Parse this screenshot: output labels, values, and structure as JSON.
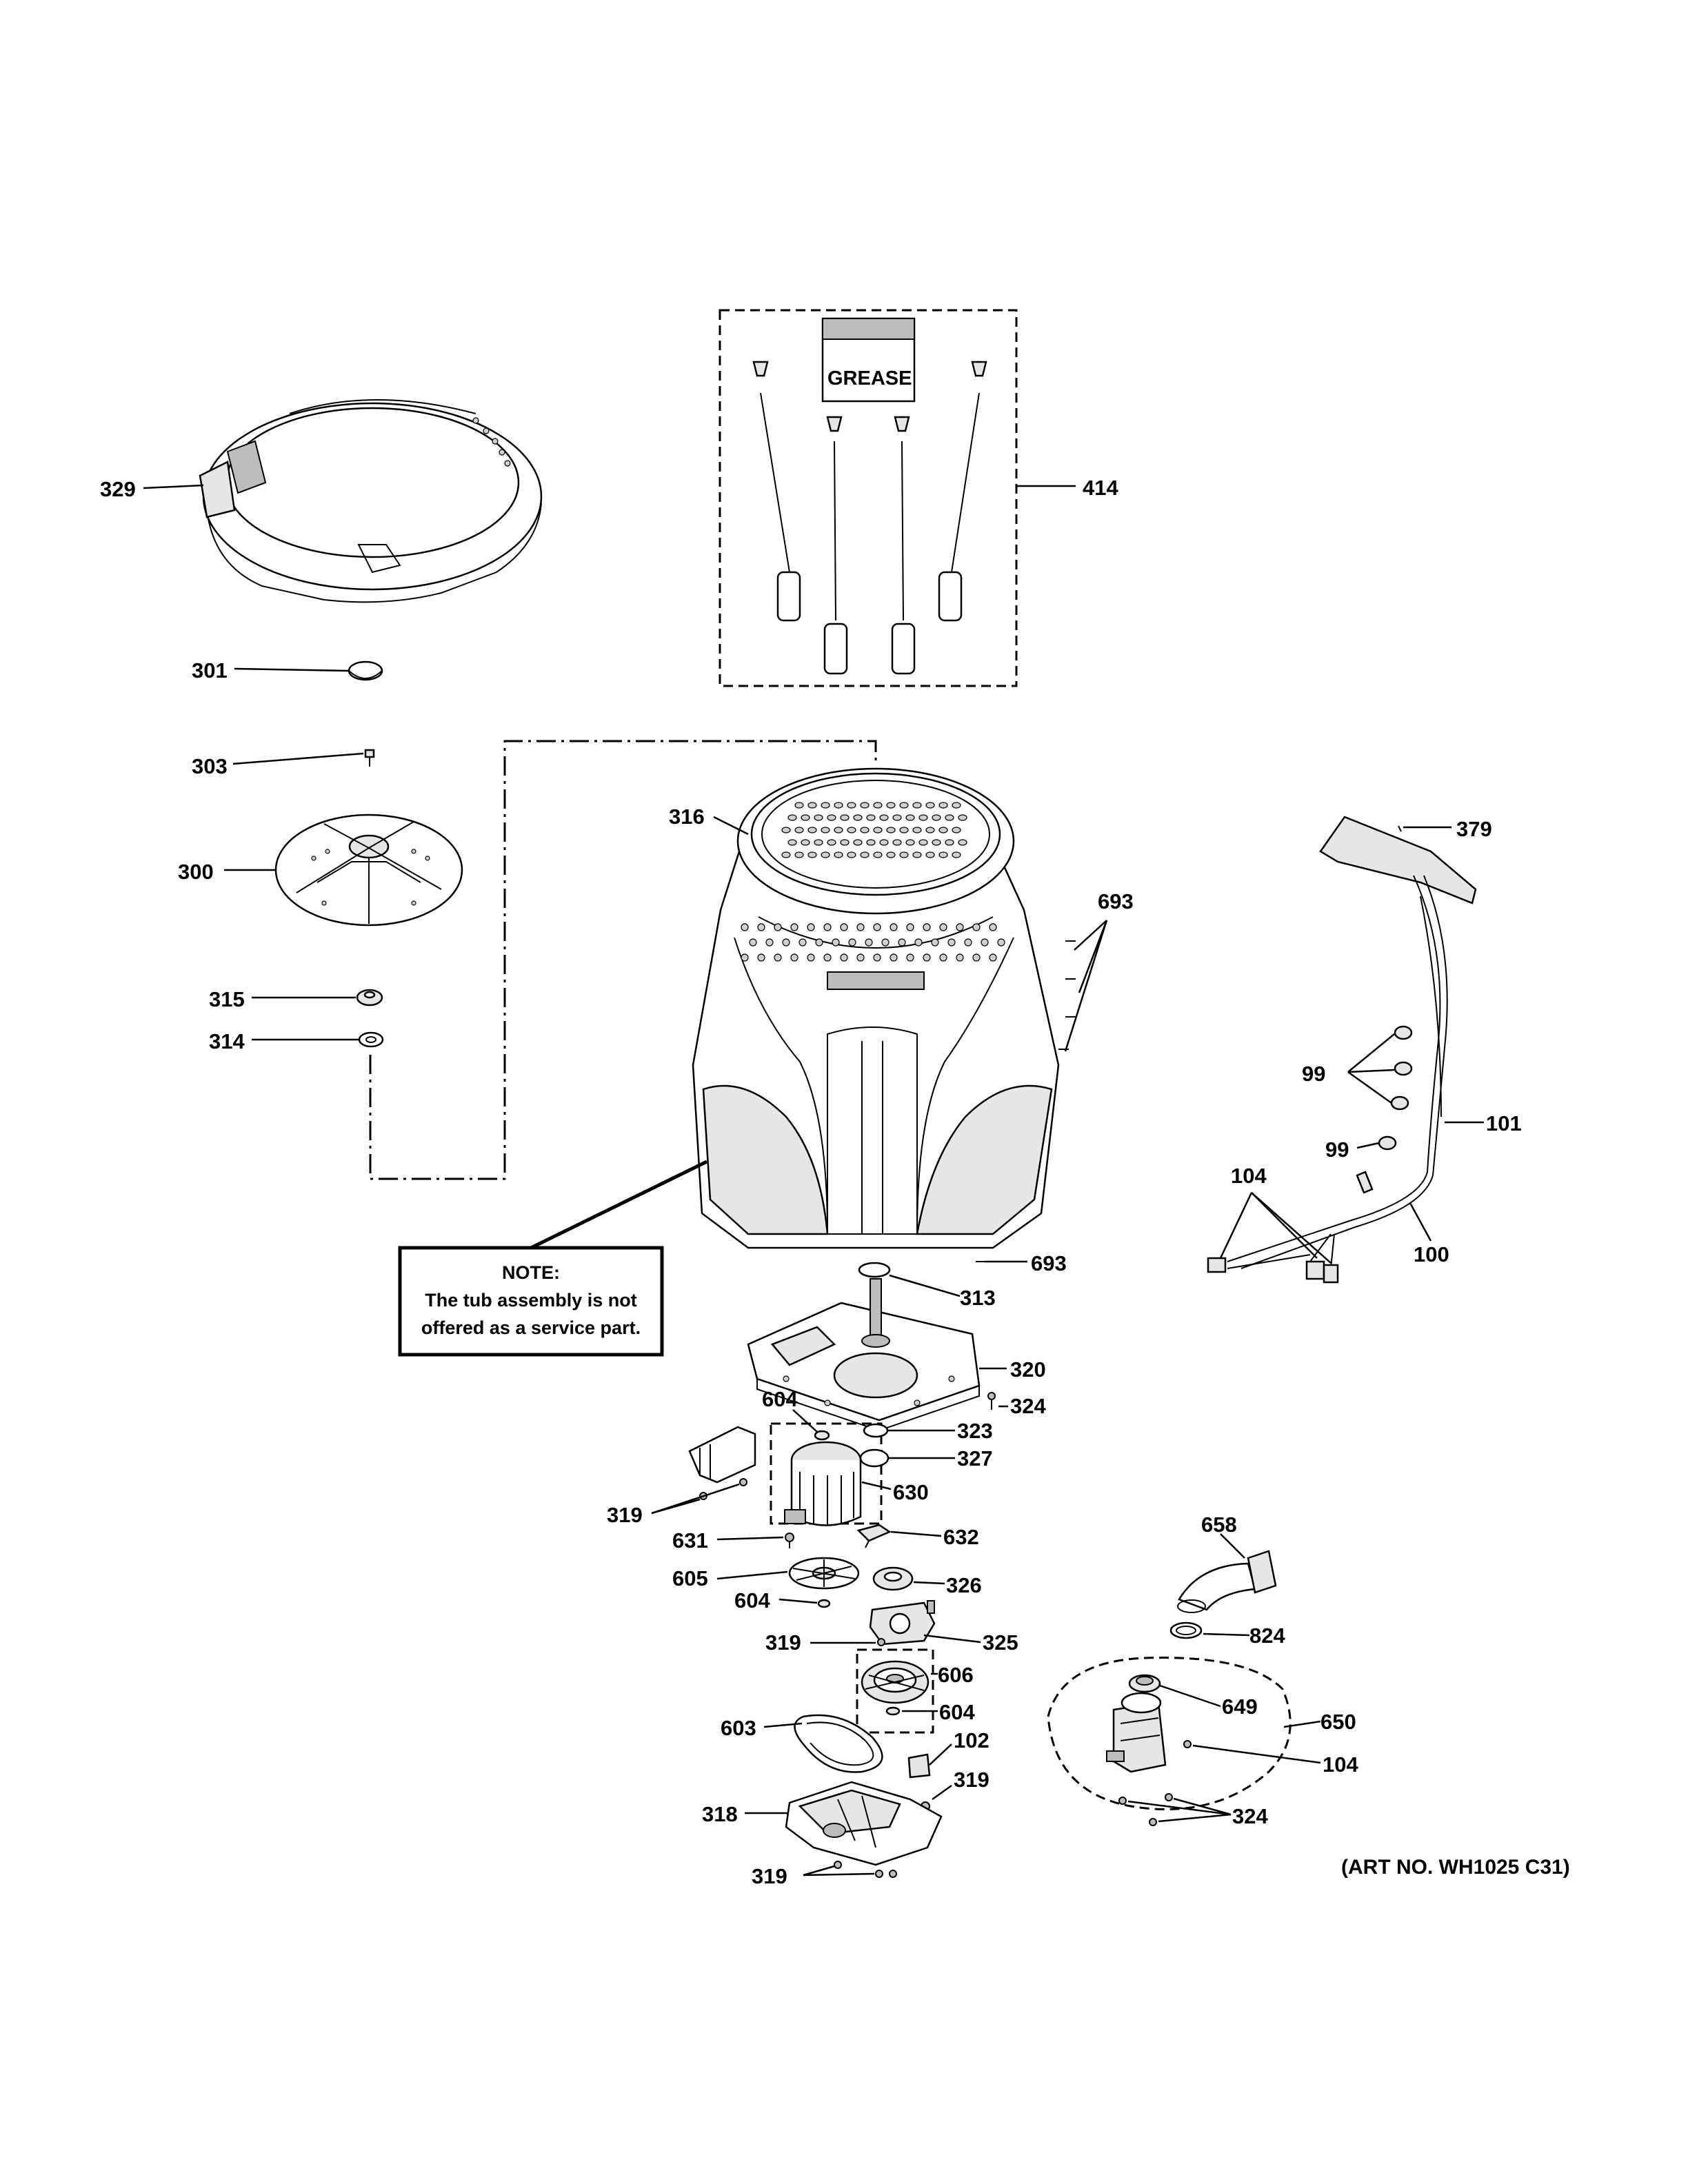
{
  "labels": {
    "l329": "329",
    "l301": "301",
    "l303": "303",
    "l300": "300",
    "l315": "315",
    "l314": "314",
    "l414": "414",
    "l316": "316",
    "l693a": "693",
    "l693b": "693",
    "l379": "379",
    "l99a": "99",
    "l99b": "99",
    "l101": "101",
    "l104a": "104",
    "l100": "100",
    "l313": "313",
    "l320": "320",
    "l324a": "324",
    "l604a": "604",
    "l323": "323",
    "l327": "327",
    "l319a": "319",
    "l630": "630",
    "l631": "631",
    "l632": "632",
    "l605": "605",
    "l326": "326",
    "l604b": "604",
    "l319b": "319",
    "l325": "325",
    "l606": "606",
    "l604c": "604",
    "l603": "603",
    "l102": "102",
    "l319c": "319",
    "l318": "318",
    "l319d": "319",
    "l658": "658",
    "l824": "824",
    "l649": "649",
    "l650": "650",
    "l104b": "104",
    "l324b": "324"
  },
  "grease_label": "GREASE",
  "note": {
    "title": "NOTE:",
    "line1": "The tub assembly is not",
    "line2": "offered as a service part."
  },
  "art_number": "(ART NO. WH1025 C31)"
}
